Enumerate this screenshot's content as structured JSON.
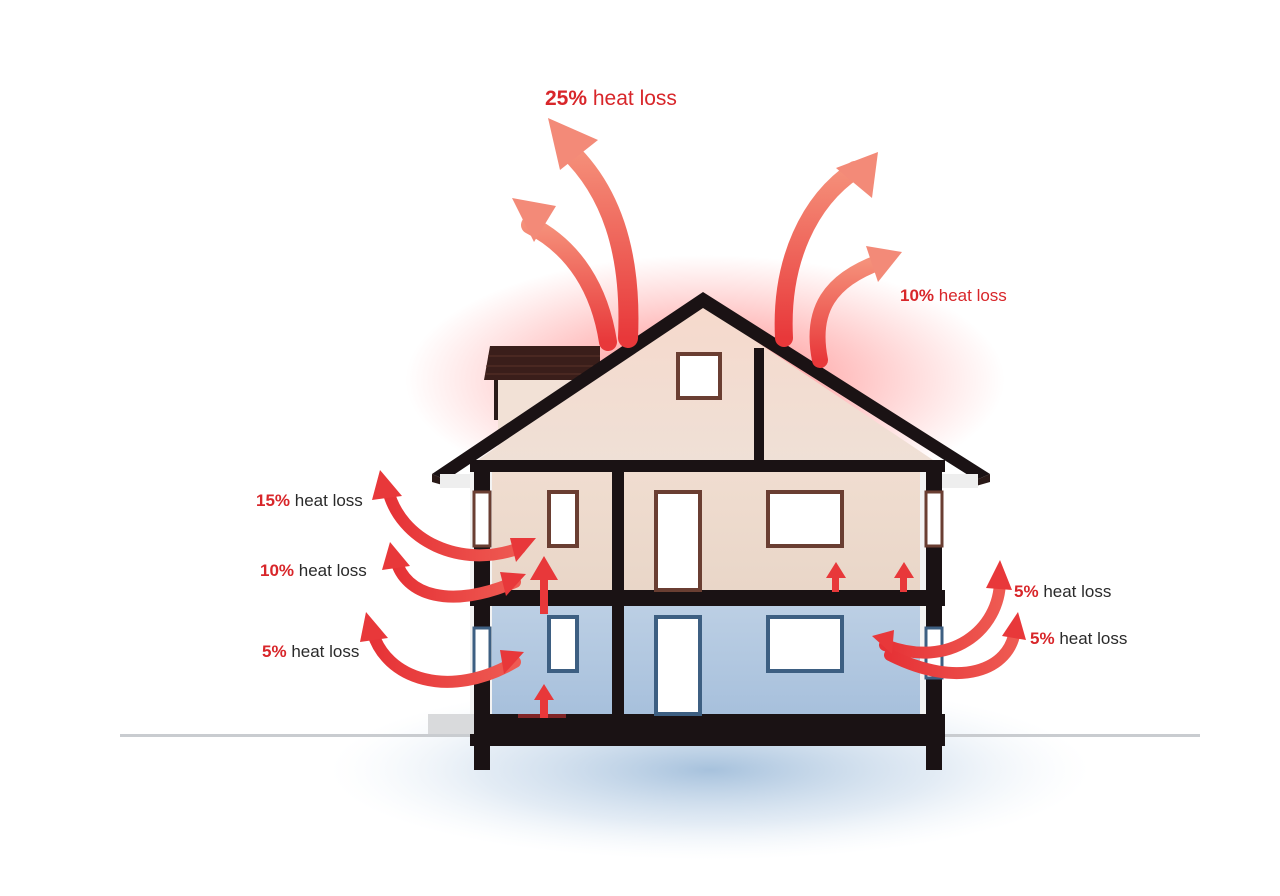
{
  "labels": {
    "roof_main": {
      "pct": "25%",
      "text": "heat loss"
    },
    "roof_right": {
      "pct": "10%",
      "text": "heat loss"
    },
    "wall_left_upper": {
      "pct": "15%",
      "text": "heat loss"
    },
    "wall_left_middle": {
      "pct": "10%",
      "text": "heat loss"
    },
    "wall_left_lower": {
      "pct": "5%",
      "text": "heat loss"
    },
    "wall_right_upper": {
      "pct": "5%",
      "text": "heat loss"
    },
    "wall_right_lower": {
      "pct": "5%",
      "text": "heat loss"
    }
  },
  "colors": {
    "heat_red": "#e8383a",
    "heat_orange": "#f2846a",
    "warm_interior": "#f1e3d8",
    "cold_interior": "#b8cfe6",
    "structure": "#1a1214",
    "roof_tile": "#3a1e1a"
  }
}
